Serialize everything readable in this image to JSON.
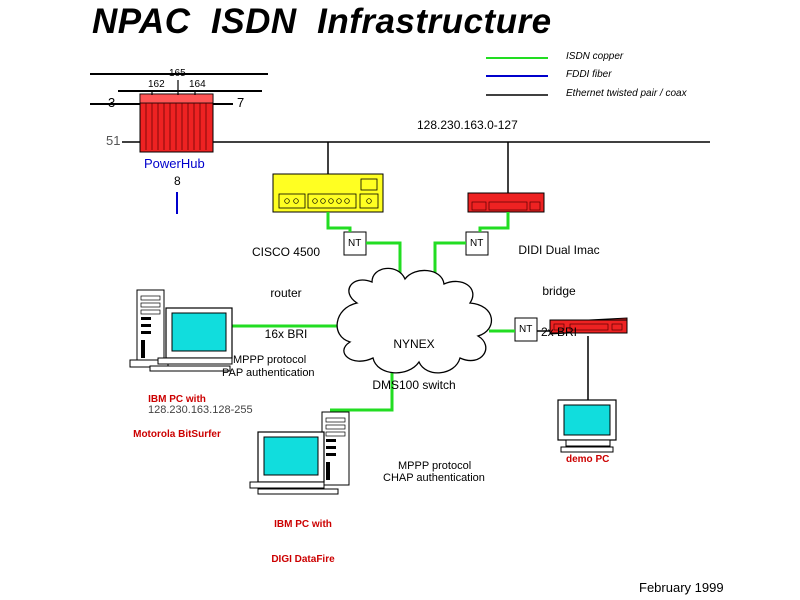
{
  "title": "NPAC  ISDN  Infrastructure",
  "legend": {
    "isdn": "ISDN copper",
    "fddi": "FDDI fiber",
    "ethernet": "Ethernet twisted pair / coax",
    "colors": {
      "isdn": "#22dd22",
      "fddi": "#0000cc",
      "ethernet": "#000000"
    }
  },
  "powerhub": {
    "label": "PowerHub",
    "ports": {
      "p165": "165",
      "p162": "162",
      "p164": "164",
      "p3": "3",
      "p7": "7",
      "p51": "51",
      "p8": "8"
    },
    "color": "#ee2222"
  },
  "ethernet_segment": "128.230.163.0-127",
  "cisco": {
    "line1": "CISCO 4500",
    "line2": "router",
    "line3": "16x BRI",
    "color": "#ffff22"
  },
  "didi": {
    "line1": "DIDI Dual Imac",
    "line2": "bridge",
    "line3": "2x BRI",
    "color": "#ee2222"
  },
  "nt_label": "NT",
  "cloud": {
    "line1": "NYNEX",
    "line2": "DMS100 switch"
  },
  "pc_left": {
    "proto1": "MPPP protocol",
    "proto2": "PAP authentication",
    "name1": "IBM PC with",
    "name2": "Motorola BitSurfer",
    "ip": "128.230.163.128-255"
  },
  "pc_bottom": {
    "proto1": "MPPP protocol",
    "proto2": "CHAP authentication",
    "name1": "IBM PC with",
    "name2": "DIGI DataFire"
  },
  "demo_pc": {
    "label": "demo PC"
  },
  "date": "February 1999",
  "colors": {
    "screen": "#11dddd",
    "name_red": "#cc0000",
    "label_blue": "#0000cc"
  }
}
